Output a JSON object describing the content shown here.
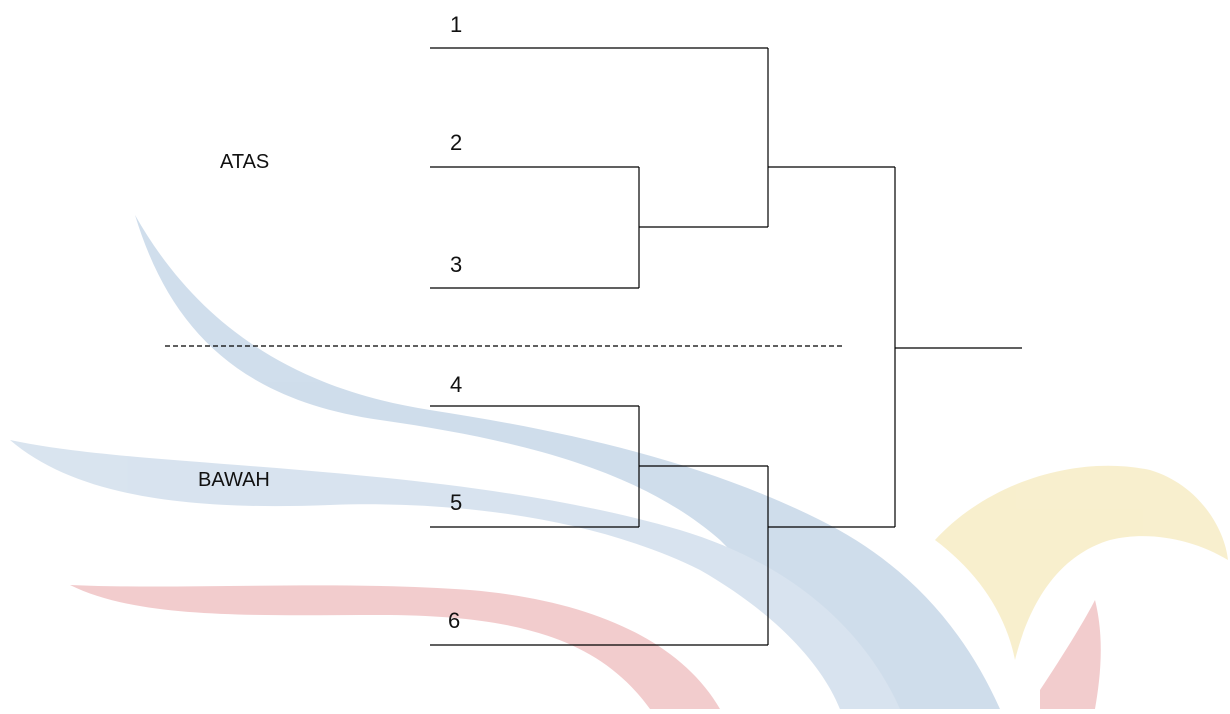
{
  "bracket": {
    "slots": [
      {
        "number": "1"
      },
      {
        "number": "2"
      },
      {
        "number": "3"
      },
      {
        "number": "4"
      },
      {
        "number": "5"
      },
      {
        "number": "6"
      }
    ],
    "groups": {
      "top_label": "ATAS",
      "bottom_label": "BAWAH"
    }
  },
  "colors": {
    "line": "#000000",
    "divider": "#000000",
    "watermark_blue": "#a9c2dc",
    "watermark_red": "#e9a3a6",
    "watermark_yellow": "#f3e2a6"
  }
}
